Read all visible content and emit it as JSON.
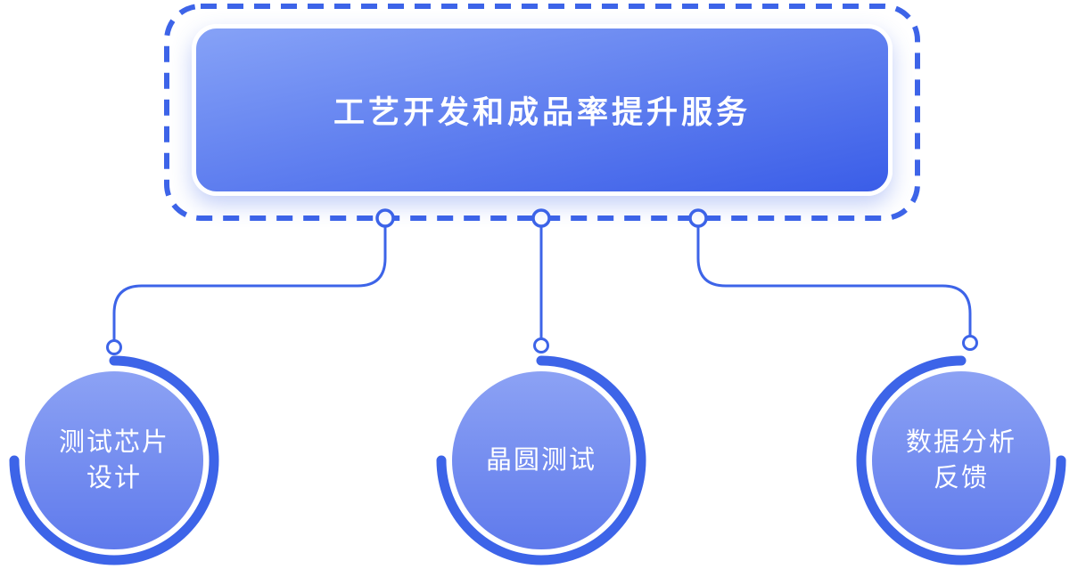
{
  "diagram": {
    "title": "工艺开发和成品率提升服务",
    "nodes": [
      {
        "label": "测试芯片设计",
        "label_multiline": "测试芯片\n设计"
      },
      {
        "label": "晶圆测试",
        "label_multiline": "晶圆测试"
      },
      {
        "label": "数据分析反馈",
        "label_multiline": "数据分析\n反馈"
      }
    ],
    "colors": {
      "primary": "#3D64E8",
      "box_light": "#86A2F7",
      "box_dark": "#3A5DE8",
      "circle_light": "#8CA2F4",
      "circle_dark": "#5F7AEC",
      "text": "#FFFFFF",
      "background": "#FFFFFF"
    }
  }
}
